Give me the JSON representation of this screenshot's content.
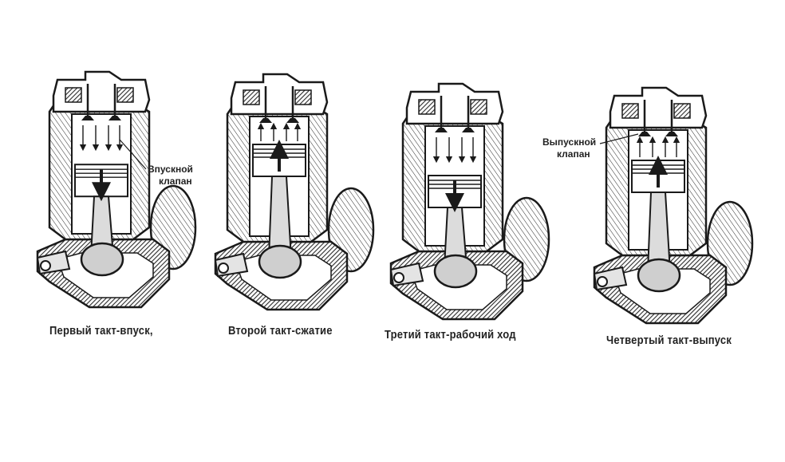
{
  "strokes": [
    {
      "id": "intake",
      "caption": "Первый такт-впуск,",
      "callout": {
        "line1": "Впускной",
        "line2": "клапан"
      },
      "arrows": "down",
      "piston_level": 0.72
    },
    {
      "id": "compression",
      "caption": "Второй такт-сжатие",
      "callout": null,
      "arrows": "up",
      "piston_level": 0.25
    },
    {
      "id": "power",
      "caption": "Третий такт-рабочий ход",
      "callout": null,
      "arrows": "down",
      "piston_level": 0.7
    },
    {
      "id": "exhaust",
      "caption": "Четвертый такт-выпуск",
      "callout": {
        "line1": "Выпускной",
        "line2": "клапан"
      },
      "arrows": "up",
      "piston_level": 0.3
    }
  ],
  "colors": {
    "ink": "#1a1a1a",
    "paper": "#ffffff",
    "hatch": "#2a2a2a"
  }
}
